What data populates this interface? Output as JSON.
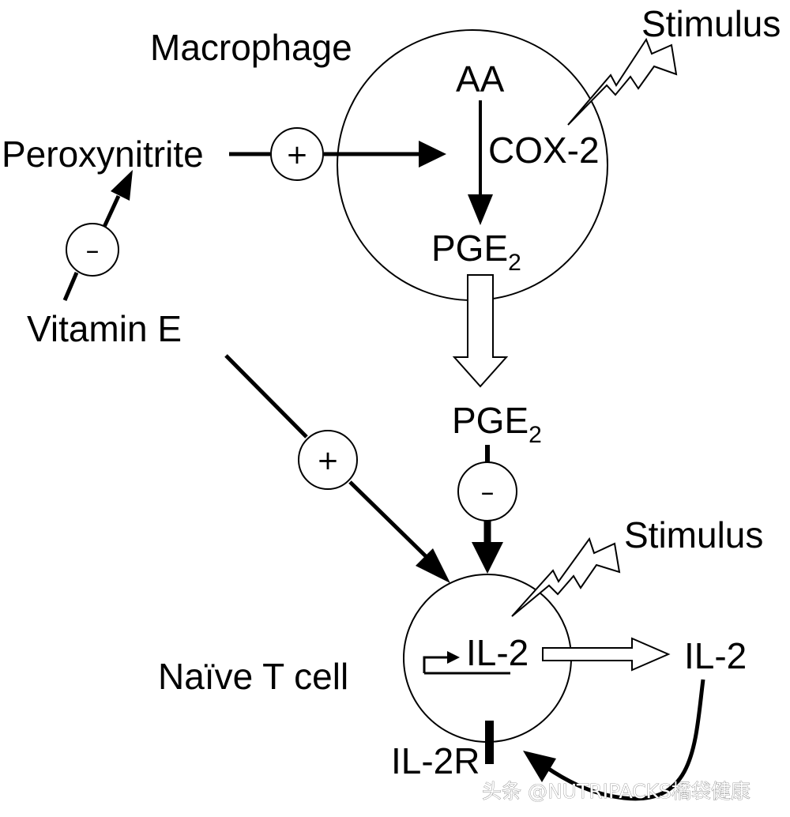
{
  "labels": {
    "macrophage": "Macrophage",
    "stimulus_top": "Stimulus",
    "aa": "AA",
    "cox2": "COX-2",
    "pge2_inner_base": "PGE",
    "pge2_inner_sub": "2",
    "peroxynitrite": "Peroxynitrite",
    "vitamin_e": "Vitamin E",
    "pge2_outer_base": "PGE",
    "pge2_outer_sub": "2",
    "stimulus_bottom": "Stimulus",
    "il2_gene": "IL-2",
    "il2_secreted": "IL-2",
    "naive_t_cell": "Naïve T cell",
    "il2r": "IL-2R"
  },
  "signs": {
    "plus_peroxynitrite": "+",
    "minus_vitamin_e": "–",
    "plus_vitamin_e": "+",
    "minus_pge2": "–"
  },
  "watermark": "头条 @NUTRIPACKS橘袋健康",
  "colors": {
    "ink": "#000000",
    "background": "#ffffff"
  }
}
